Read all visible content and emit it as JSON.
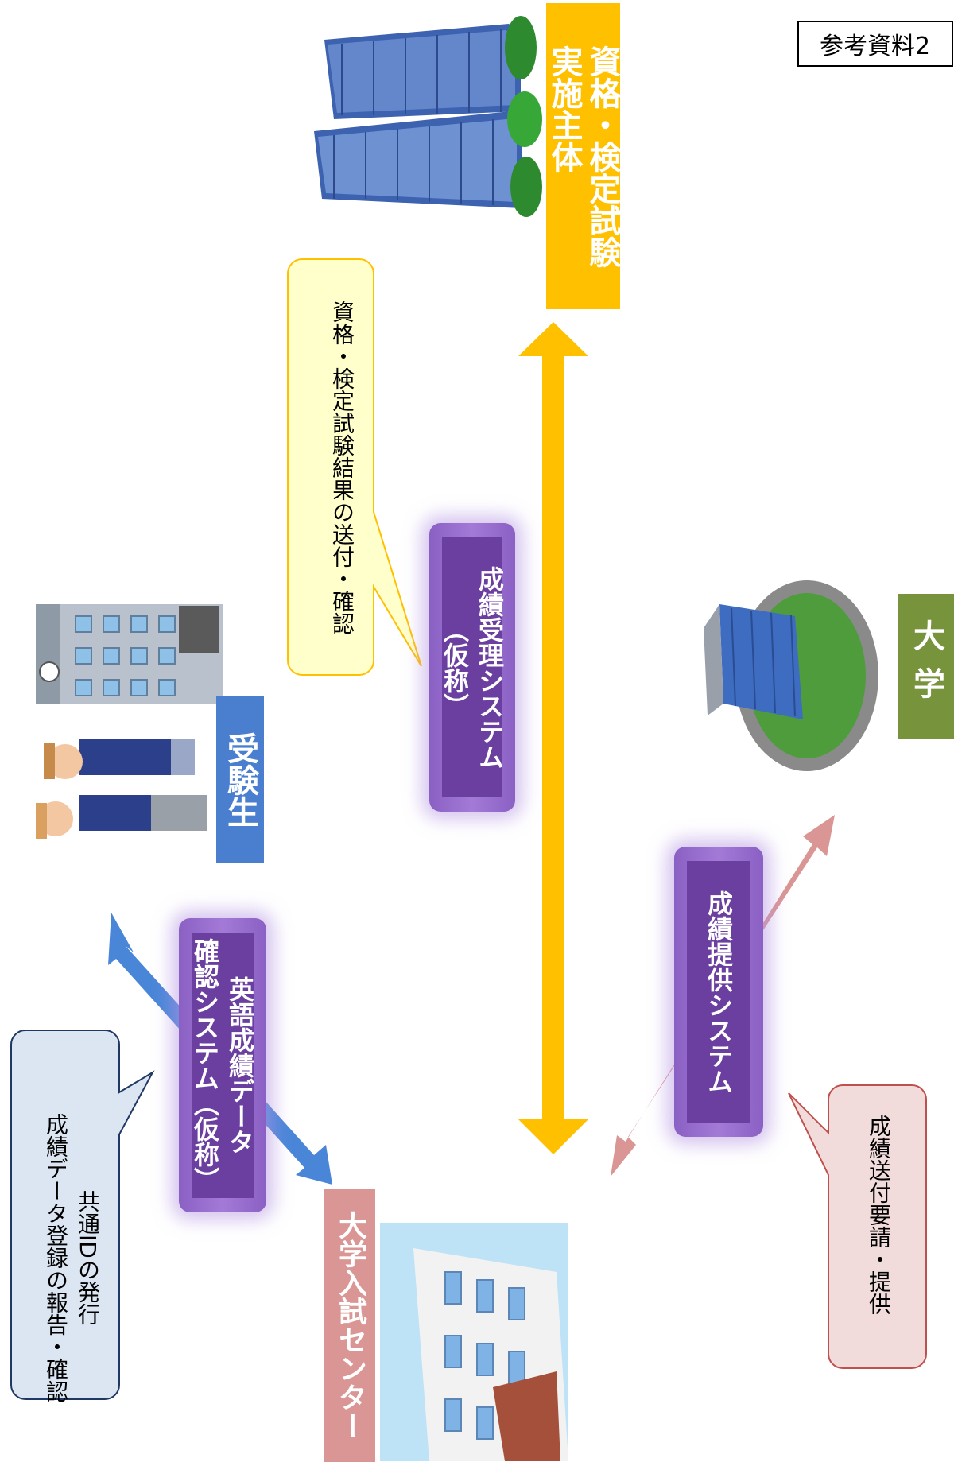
{
  "reference_tag": "参考資料2",
  "entities": {
    "exam_organizations": "資格・検定試験\n実施主体",
    "examinees": "受験生",
    "university": "大学",
    "entrance_center": "大学入試センター"
  },
  "systems": {
    "score_receiving": "成績受理システム\n（仮称）",
    "english_score_check": "英語成績データ\n確認システム（仮称）",
    "score_provision": "成績提供システム"
  },
  "callouts": {
    "qualification_results": "資格・検定試験結果の送付・確認",
    "common_id": "共通IDの発行\n成績データ登録の報告・確認",
    "score_request": "成績送付要請・提供"
  },
  "colors": {
    "org_gold": "#ffc000",
    "examinee_blue": "#4a7fcf",
    "university_green": "#77933c",
    "center_pink": "#d99694",
    "system_purple": "#6a3fa0",
    "arrow_gold": "#ffc000",
    "arrow_blue": "#4a86d8",
    "arrow_pink": "#d99694"
  }
}
